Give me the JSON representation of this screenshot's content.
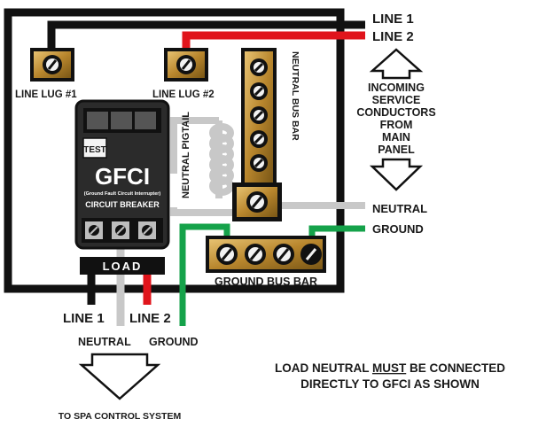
{
  "labels": {
    "line1_top": "LINE 1",
    "line2_top": "LINE 2",
    "line_lug_1": "LINE LUG #1",
    "line_lug_2": "LINE LUG #2",
    "neutral_bus_bar": "NEUTRAL BUS BAR",
    "neutral_pigtail": "NEUTRAL PIGTAIL",
    "incoming_service": [
      "INCOMING",
      "SERVICE",
      "CONDUCTORS",
      "FROM",
      "MAIN",
      "PANEL"
    ],
    "neutral": "NEUTRAL",
    "ground": "GROUND",
    "ground_bus_bar": "GROUND BUS BAR",
    "line1_bottom": "LINE 1",
    "line2_bottom": "LINE 2",
    "neutral_bottom": "NEUTRAL",
    "ground_bottom": "GROUND",
    "to_spa": "TO SPA CONTROL SYSTEM",
    "note_part1": "LOAD NEUTRAL ",
    "note_must": "MUST",
    "note_part2": " BE CONNECTED",
    "note_line2": "DIRECTLY TO GFCI AS SHOWN"
  },
  "breaker": {
    "test": "TEST",
    "title": "GFCI",
    "subtitle": "(Ground Fault Circuit Interrupter)",
    "name": "CIRCUIT BREAKER",
    "load": "LOAD"
  },
  "colors": {
    "line1_wire": "#111111",
    "line2_wire": "#e0141b",
    "neutral_wire": "#cfcfcf",
    "ground_wire": "#15a24a",
    "brass": "#b8862d",
    "breaker_body": "#2b2b2b"
  },
  "icons": [
    "screw-icon",
    "down-arrow-icon",
    "up-arrow-icon"
  ]
}
